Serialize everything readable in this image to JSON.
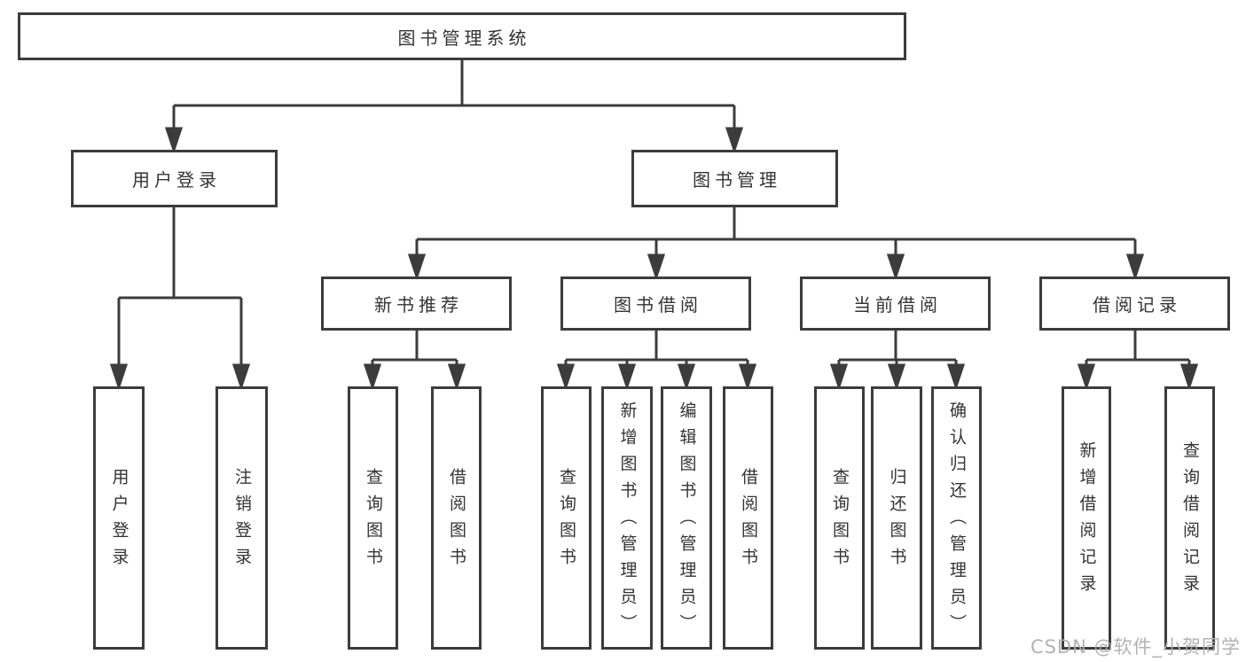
{
  "diagram": {
    "root": {
      "label": "图书管理系统"
    },
    "level2": [
      {
        "label": "用户登录"
      },
      {
        "label": "图书管理"
      }
    ],
    "level3": [
      {
        "label": "新书推荐"
      },
      {
        "label": "图书借阅"
      },
      {
        "label": "当前借阅"
      },
      {
        "label": "借阅记录"
      }
    ],
    "leaves": {
      "user_login": [
        {
          "label": "用户登录"
        },
        {
          "label": "注销登录"
        }
      ],
      "new_book_recommend": [
        {
          "label": "查询图书"
        },
        {
          "label": "借阅图书"
        }
      ],
      "book_borrowing": [
        {
          "label": "查询图书"
        },
        {
          "label": "新增图书（管理员）"
        },
        {
          "label": "编辑图书（管理员）"
        },
        {
          "label": "借阅图书"
        }
      ],
      "current_borrowing": [
        {
          "label": "查询图书"
        },
        {
          "label": "归还图书"
        },
        {
          "label": "确认归还（管理员）"
        }
      ],
      "borrowing_records": [
        {
          "label": "新增借阅记录"
        },
        {
          "label": "查询借阅记录"
        }
      ]
    }
  },
  "watermark": {
    "text": "CSDN @软件_小贺同学"
  },
  "colors": {
    "line": "#3c3c3c",
    "text": "#333333",
    "watermark": "#aeaeae",
    "background": "#ffffff"
  }
}
